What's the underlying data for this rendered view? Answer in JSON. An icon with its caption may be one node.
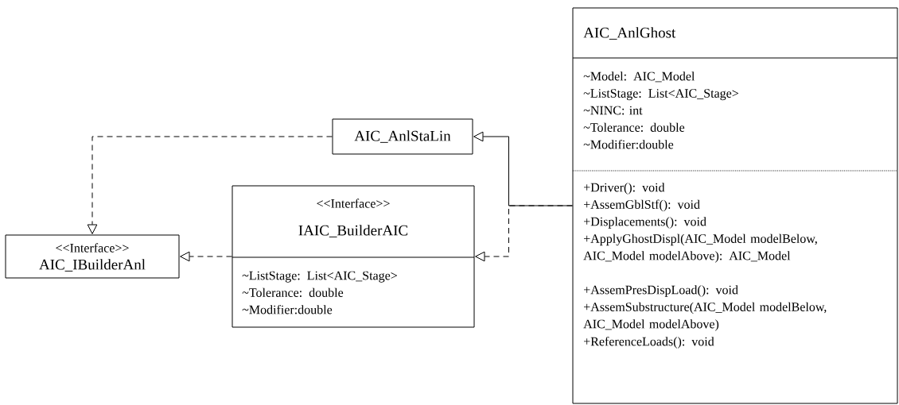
{
  "diagram": {
    "nodes": [
      {
        "text": [
          "AIC_AnlGhost",
          "~Model: AIC_Model",
          "~ListStage: List<AIC_Stage>",
          "~NINC: int",
          "~Tolerance: double",
          "~Modifier:double",
          "+Driver(): void",
          "+AssemGblStf(): void",
          "+Displacements(): void",
          "+ApplyGhostDispl(AIC_Model modelBelow, AIC_Model modelAbove): AIC_Model",
          "+AssemPresDispLoad(): void",
          "+AssemSubstructure(AIC_Model modelBelow, AIC_Model modelAbove)",
          "+ReferenceLoads(): void"
        ]
      },
      {
        "text": [
          "AIC_AnlStaLin"
        ]
      },
      {
        "text": [
          "<<Interface>>",
          "IAIC_BuilderAIC",
          "~ListStage: List<AIC_Stage>",
          "~Tolerance: double",
          "~Modifier:double"
        ]
      },
      {
        "text": [
          "<<Interface>>",
          "AIC_IBuilderAnl"
        ]
      }
    ],
    "edges": [
      {
        "from": 0,
        "to": 1,
        "arrow": "to"
      },
      {
        "from": 0,
        "to": 2,
        "arrow": "to",
        "style": "dashed"
      },
      {
        "from": 2,
        "to": 3,
        "arrow": "to",
        "style": "dashed"
      },
      {
        "from": 1,
        "to": 3,
        "arrow": "to",
        "style": "dashed"
      }
    ]
  }
}
